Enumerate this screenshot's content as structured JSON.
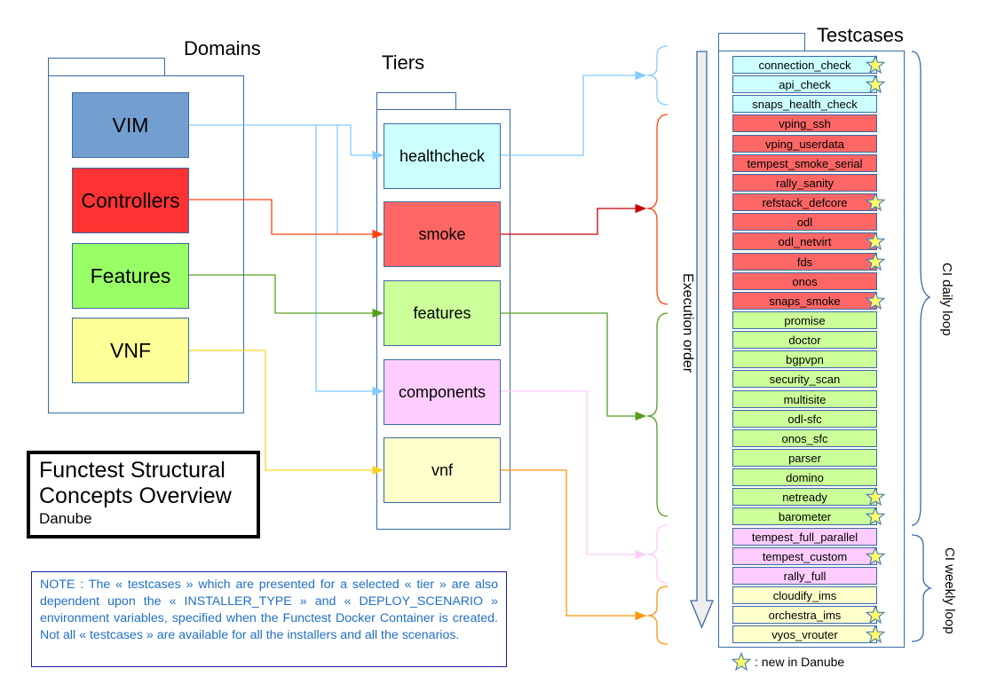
{
  "diagram": {
    "title": "Functest Structural Concepts Overview",
    "title_line1": "Functest Structural",
    "title_line2": "Concepts Overview",
    "subtitle": "Danube"
  },
  "domains": {
    "heading": "Domains",
    "items": [
      {
        "label": "VIM",
        "color": "#729fcf"
      },
      {
        "label": "Controllers",
        "color": "#ff3333"
      },
      {
        "label": "Features",
        "color": "#99ff66"
      },
      {
        "label": "VNF",
        "color": "#ffff99"
      }
    ]
  },
  "tiers": {
    "heading": "Tiers",
    "items": [
      {
        "label": "healthcheck",
        "color": "#ccffff"
      },
      {
        "label": "smoke",
        "color": "#ff6666"
      },
      {
        "label": "features",
        "color": "#ccff99"
      },
      {
        "label": "components",
        "color": "#ffccff"
      },
      {
        "label": "vnf",
        "color": "#ffffcc"
      }
    ]
  },
  "testcases": {
    "heading": "Testcases",
    "items": [
      {
        "label": "connection_check",
        "tier": "healthcheck",
        "new": true
      },
      {
        "label": "api_check",
        "tier": "healthcheck",
        "new": true
      },
      {
        "label": "snaps_health_check",
        "tier": "healthcheck",
        "new": false
      },
      {
        "label": "vping_ssh",
        "tier": "smoke",
        "new": false
      },
      {
        "label": "vping_userdata",
        "tier": "smoke",
        "new": false
      },
      {
        "label": "tempest_smoke_serial",
        "tier": "smoke",
        "new": false
      },
      {
        "label": "rally_sanity",
        "tier": "smoke",
        "new": false
      },
      {
        "label": "refstack_defcore",
        "tier": "smoke",
        "new": true
      },
      {
        "label": "odl",
        "tier": "smoke",
        "new": false
      },
      {
        "label": "odl_netvirt",
        "tier": "smoke",
        "new": true
      },
      {
        "label": "fds",
        "tier": "smoke",
        "new": true
      },
      {
        "label": "onos",
        "tier": "smoke",
        "new": false
      },
      {
        "label": "snaps_smoke",
        "tier": "smoke",
        "new": true
      },
      {
        "label": "promise",
        "tier": "features",
        "new": false
      },
      {
        "label": "doctor",
        "tier": "features",
        "new": false
      },
      {
        "label": "bgpvpn",
        "tier": "features",
        "new": false
      },
      {
        "label": "security_scan",
        "tier": "features",
        "new": false
      },
      {
        "label": "multisite",
        "tier": "features",
        "new": false
      },
      {
        "label": "odl-sfc",
        "tier": "features",
        "new": false
      },
      {
        "label": "onos_sfc",
        "tier": "features",
        "new": false
      },
      {
        "label": "parser",
        "tier": "features",
        "new": false
      },
      {
        "label": "domino",
        "tier": "features",
        "new": false
      },
      {
        "label": "netready",
        "tier": "features",
        "new": true
      },
      {
        "label": "barometer",
        "tier": "features",
        "new": true
      },
      {
        "label": "tempest_full_parallel",
        "tier": "components",
        "new": false
      },
      {
        "label": "tempest_custom",
        "tier": "components",
        "new": true
      },
      {
        "label": "rally_full",
        "tier": "components",
        "new": false
      },
      {
        "label": "cloudify_ims",
        "tier": "vnf",
        "new": false
      },
      {
        "label": "orchestra_ims",
        "tier": "vnf",
        "new": true
      },
      {
        "label": "vyos_vrouter",
        "tier": "vnf",
        "new": true
      }
    ]
  },
  "tier_colors": {
    "healthcheck": "#ccffff",
    "smoke": "#ff6666",
    "features": "#ccff99",
    "components": "#ffccff",
    "vnf": "#ffffcc"
  },
  "connections": {
    "domain_to_tier": [
      {
        "from": "VIM",
        "to": [
          "healthcheck",
          "smoke",
          "components"
        ],
        "color": "#83caff"
      },
      {
        "from": "Controllers",
        "to": [
          "smoke"
        ],
        "color": "#ff420e"
      },
      {
        "from": "Features",
        "to": [
          "features"
        ],
        "color": "#579d1c"
      },
      {
        "from": "VNF",
        "to": [
          "vnf"
        ],
        "color": "#ffd320"
      }
    ],
    "tier_to_testcases": [
      {
        "from": "healthcheck",
        "color": "#83caff"
      },
      {
        "from": "smoke",
        "color": "#c5000b"
      },
      {
        "from": "features",
        "color": "#579d1c"
      },
      {
        "from": "components",
        "color": "#ffccff"
      },
      {
        "from": "vnf",
        "color": "#ff950e"
      }
    ],
    "brace_colors": {
      "healthcheck": "#83caff",
      "smoke": "#ff420e",
      "features": "#579d1c",
      "components": "#ffccff",
      "vnf": "#ff950e"
    }
  },
  "execution_order_label": "Execution order",
  "loops": [
    {
      "label": "CI daily loop"
    },
    {
      "label": "CI weekly loop"
    }
  ],
  "legend": {
    "star_icon": "star-icon",
    "text": ": new in Danube"
  },
  "note": {
    "text": "NOTE : The « testcases » which are presented for a selected « tier » are also dependent upon the « INSTALLER_TYPE » and « DEPLOY_SCENARIO » environment variables, specified when the Functest Docker Container is created. Not all « testcases » are available for all the installers and all the scenarios."
  }
}
